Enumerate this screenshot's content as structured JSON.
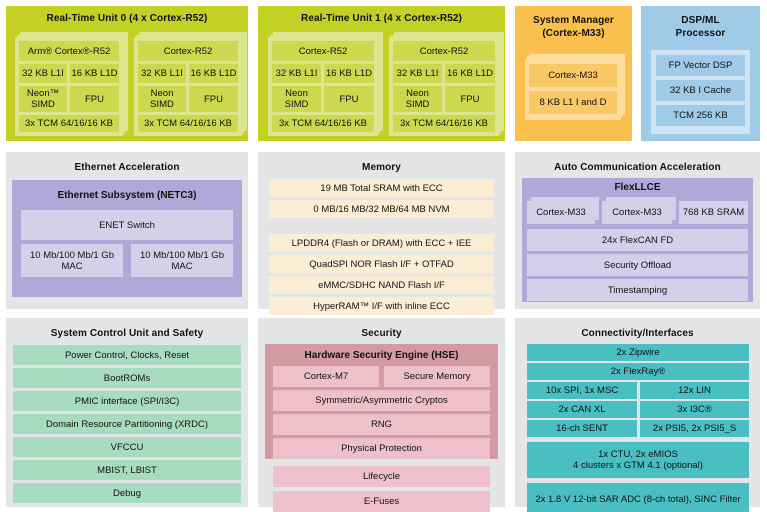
{
  "colors": {
    "rt_unit_bg": "#c3d024",
    "rt_cell_bg": "#ccd94f",
    "rt_layer_bg": "#dbe68f",
    "system_manager_bg": "#f9c04e",
    "system_manager_cell_bg": "#f9c967",
    "system_manager_layer_bg": "#fcdd9e",
    "dsp_bg": "#9fcbe8",
    "dsp_box_bg": "#cfe4f3",
    "panel_bg": "#e4e5e7",
    "purple_inner": "#b0a8d8",
    "purple_cell": "#d5d0e9",
    "memory_cell": "#fceed4",
    "scu_cell": "#a8dcc0",
    "hse_inner": "#d49aa4",
    "security_cell": "#eec0cb",
    "connectivity_cell": "#49bfc4",
    "text": "#111111",
    "page_bg": "#ffffff"
  },
  "top_row": {
    "rt_unit_0": {
      "title": "Real-Time Unit 0 (4 x Cortex-R52)",
      "cores": [
        {
          "name": "Arm® Cortex®-R52",
          "l1i": "32 KB L1I",
          "l1d": "16 KB L1D",
          "simd": "Neon™\nSIMD",
          "fpu": "FPU",
          "tcm": "3x TCM 64/16/16 KB"
        },
        {
          "name": "Cortex-R52",
          "l1i": "32 KB L1I",
          "l1d": "16 KB L1D",
          "simd": "Neon\nSIMD",
          "fpu": "FPU",
          "tcm": "3x TCM 64/16/16 KB"
        }
      ]
    },
    "rt_unit_1": {
      "title": "Real-Time Unit 1 (4 x Cortex-R52)",
      "cores": [
        {
          "name": "Cortex-R52",
          "l1i": "32 KB L1I",
          "l1d": "16 KB L1D",
          "simd": "Neon\nSIMD",
          "fpu": "FPU",
          "tcm": "3x TCM 64/16/16 KB"
        },
        {
          "name": "Cortex-R52",
          "l1i": "32 KB L1I",
          "l1d": "16 KB L1D",
          "simd": "Neon\nSIMD",
          "fpu": "FPU",
          "tcm": "3x TCM 64/16/16 KB"
        }
      ]
    },
    "system_manager": {
      "title_line1": "System Manager",
      "title_line2": "(Cortex-M33)",
      "items": [
        "Cortex-M33",
        "8 KB L1 I and D"
      ]
    },
    "dsp_ml": {
      "title_line1": "DSP/ML",
      "title_line2": "Processor",
      "items": [
        "FP Vector DSP",
        "32 KB I Cache",
        "TCM 256 KB"
      ]
    }
  },
  "middle_row": {
    "ethernet": {
      "title": "Ethernet Acceleration",
      "subsystem_title": "Ethernet Subsystem (NETC3)",
      "switch": "ENET Switch",
      "macs": [
        "10 Mb/100 Mb/1 Gb\nMAC",
        "10 Mb/100 Mb/1 Gb\nMAC"
      ]
    },
    "memory": {
      "title": "Memory",
      "group_a": [
        "19 MB Total SRAM with ECC",
        "0 MB/16 MB/32 MB/64 MB NVM"
      ],
      "group_b": [
        "LPDDR4 (Flash or DRAM) with ECC + IEE",
        "QuadSPI NOR Flash I/F + OTFAD",
        "eMMC/SDHC NAND Flash I/F",
        "HyperRAM™ I/F with inline ECC"
      ]
    },
    "auto_comm": {
      "title": "Auto Communication Acceleration",
      "flexllce_title": "FlexLLCE",
      "top_row": [
        "Cortex-M33",
        "Cortex-M33",
        "768 KB SRAM"
      ],
      "rows": [
        "24x FlexCAN FD",
        "Security Offload",
        "Timestamping"
      ]
    }
  },
  "bottom_row": {
    "system_control": {
      "title": "System Control Unit and Safety",
      "items": [
        "Power Control, Clocks, Reset",
        "BootROMs",
        "PMIC interface (SPI/I3C)",
        "Domain Resource Partitioning (XRDC)",
        "VFCCU",
        "MBIST, LBIST",
        "Debug"
      ]
    },
    "security": {
      "title": "Security",
      "hse_title": "Hardware Security Engine (HSE)",
      "hse_pair": [
        "Cortex-M7",
        "Secure Memory"
      ],
      "hse_rows": [
        "Symmetric/Asymmetric Cryptos",
        "RNG",
        "Physical Protection"
      ],
      "outer_rows": [
        "Lifecycle",
        "E-Fuses"
      ]
    },
    "connectivity": {
      "title": "Connectivity/Interfaces",
      "full_rows_top": [
        "2x Zipwire",
        "2x FlexRay®"
      ],
      "pairs": [
        [
          "10x SPI, 1x MSC",
          "12x LIN"
        ],
        [
          "2x CAN XL",
          "3x I3C®"
        ],
        [
          "16-ch SENT",
          "2x PSI5, 2x PSI5_S"
        ]
      ],
      "gtm_block": "1x CTU, 2x eMIOS\n4 clusters x GTM 4.1 (optional)",
      "adc_block": "2x 1.8 V 12-bit SAR ADC (8-ch total), SINC Filter"
    }
  }
}
